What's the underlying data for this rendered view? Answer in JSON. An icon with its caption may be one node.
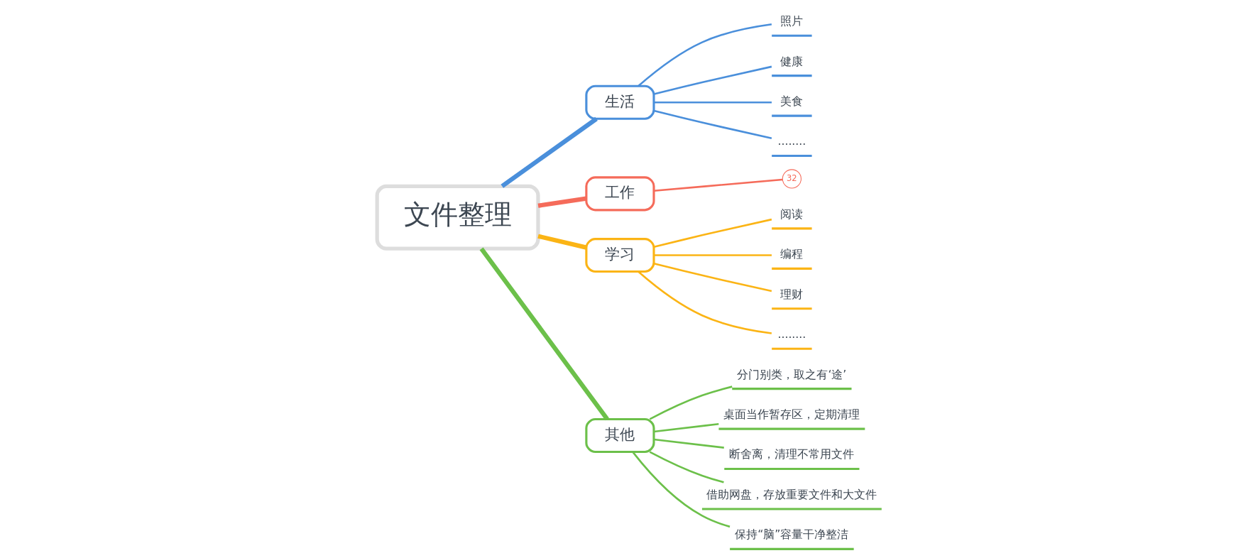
{
  "diagram": {
    "nodes": [
      {
        "text": [
          "文件整理"
        ]
      },
      {
        "text": [
          "生活"
        ]
      },
      {
        "text": [
          "照片"
        ]
      },
      {
        "text": [
          "健康"
        ]
      },
      {
        "text": [
          "美食"
        ]
      },
      {
        "text": [
          "........"
        ]
      },
      {
        "text": [
          "工作"
        ]
      },
      {
        "text": [
          "32"
        ]
      },
      {
        "text": [
          "学习"
        ]
      },
      {
        "text": [
          "阅读"
        ]
      },
      {
        "text": [
          "编程"
        ]
      },
      {
        "text": [
          "理财"
        ]
      },
      {
        "text": [
          "........"
        ]
      },
      {
        "text": [
          "其他"
        ]
      },
      {
        "text": [
          "分门别类，取之有‘途’"
        ]
      },
      {
        "text": [
          "桌面当作暂存区，定期清理"
        ]
      },
      {
        "text": [
          "断舍离，清理不常用文件"
        ]
      },
      {
        "text": [
          "借助网盘，存放重要文件和大文件"
        ]
      },
      {
        "text": [
          "保持“脑”容量干净整洁"
        ]
      }
    ],
    "edges": [
      {
        "from": 0,
        "to": 1,
        "arrow": "none",
        "style": "thick",
        "color": "#4a8fdb"
      },
      {
        "from": 1,
        "to": 2,
        "arrow": "none",
        "color": "#4a8fdb"
      },
      {
        "from": 1,
        "to": 3,
        "arrow": "none",
        "color": "#4a8fdb"
      },
      {
        "from": 1,
        "to": 4,
        "arrow": "none",
        "color": "#4a8fdb"
      },
      {
        "from": 1,
        "to": 5,
        "arrow": "none",
        "color": "#4a8fdb"
      },
      {
        "from": 0,
        "to": 6,
        "arrow": "none",
        "style": "thick",
        "color": "#f56b5a"
      },
      {
        "from": 6,
        "to": 7,
        "arrow": "none",
        "color": "#f56b5a"
      },
      {
        "from": 0,
        "to": 8,
        "arrow": "none",
        "style": "thick",
        "color": "#fbb415"
      },
      {
        "from": 8,
        "to": 9,
        "arrow": "none",
        "color": "#fbb415"
      },
      {
        "from": 8,
        "to": 10,
        "arrow": "none",
        "color": "#fbb415"
      },
      {
        "from": 8,
        "to": 11,
        "arrow": "none",
        "color": "#fbb415"
      },
      {
        "from": 8,
        "to": 12,
        "arrow": "none",
        "color": "#fbb415"
      },
      {
        "from": 0,
        "to": 13,
        "arrow": "none",
        "style": "thick",
        "color": "#6cc04a"
      },
      {
        "from": 13,
        "to": 14,
        "arrow": "none",
        "color": "#6cc04a"
      },
      {
        "from": 13,
        "to": 15,
        "arrow": "none",
        "color": "#6cc04a"
      },
      {
        "from": 13,
        "to": 16,
        "arrow": "none",
        "color": "#6cc04a"
      },
      {
        "from": 13,
        "to": 17,
        "arrow": "none",
        "color": "#6cc04a"
      },
      {
        "from": 13,
        "to": 18,
        "arrow": "none",
        "color": "#6cc04a"
      }
    ]
  }
}
